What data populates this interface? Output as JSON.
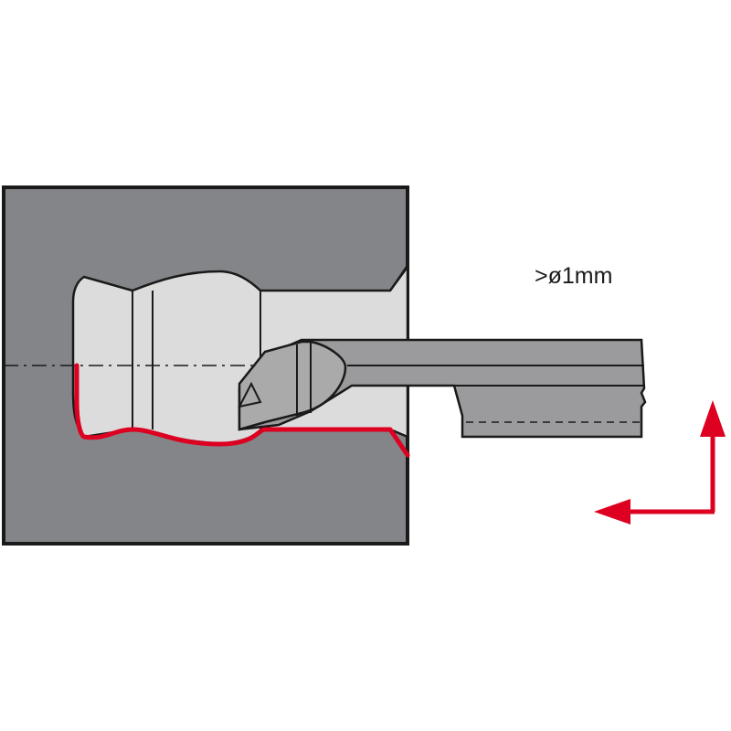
{
  "diameter_label": ">ø1mm",
  "colors": {
    "workpiece": "#838589",
    "bore": "#dcdcdc",
    "tool": "#9b9b9d",
    "tool_tip": "#aaaaaa",
    "outline": "#1a1a1a",
    "profile": "#dd0020",
    "arrow": "#dd0020",
    "background": "#ffffff"
  },
  "arrows": [
    {
      "name": "feed-up-arrow",
      "direction": "up"
    },
    {
      "name": "feed-left-arrow",
      "direction": "left"
    }
  ]
}
